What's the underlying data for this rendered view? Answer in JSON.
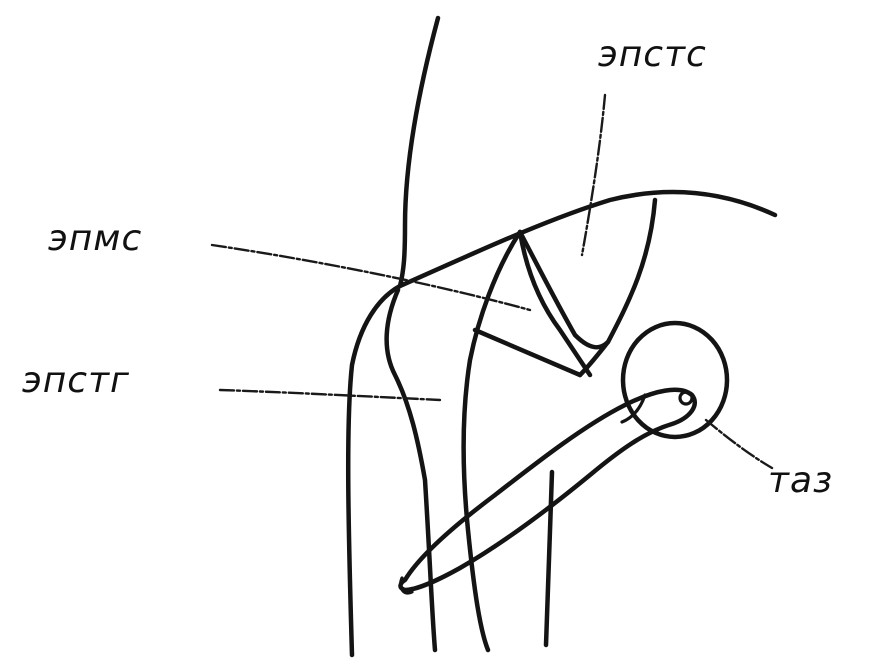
{
  "labels": {
    "epmc": "эпмс",
    "epstc": "эпстс",
    "epstg": "эпстг",
    "taz": "таз"
  }
}
